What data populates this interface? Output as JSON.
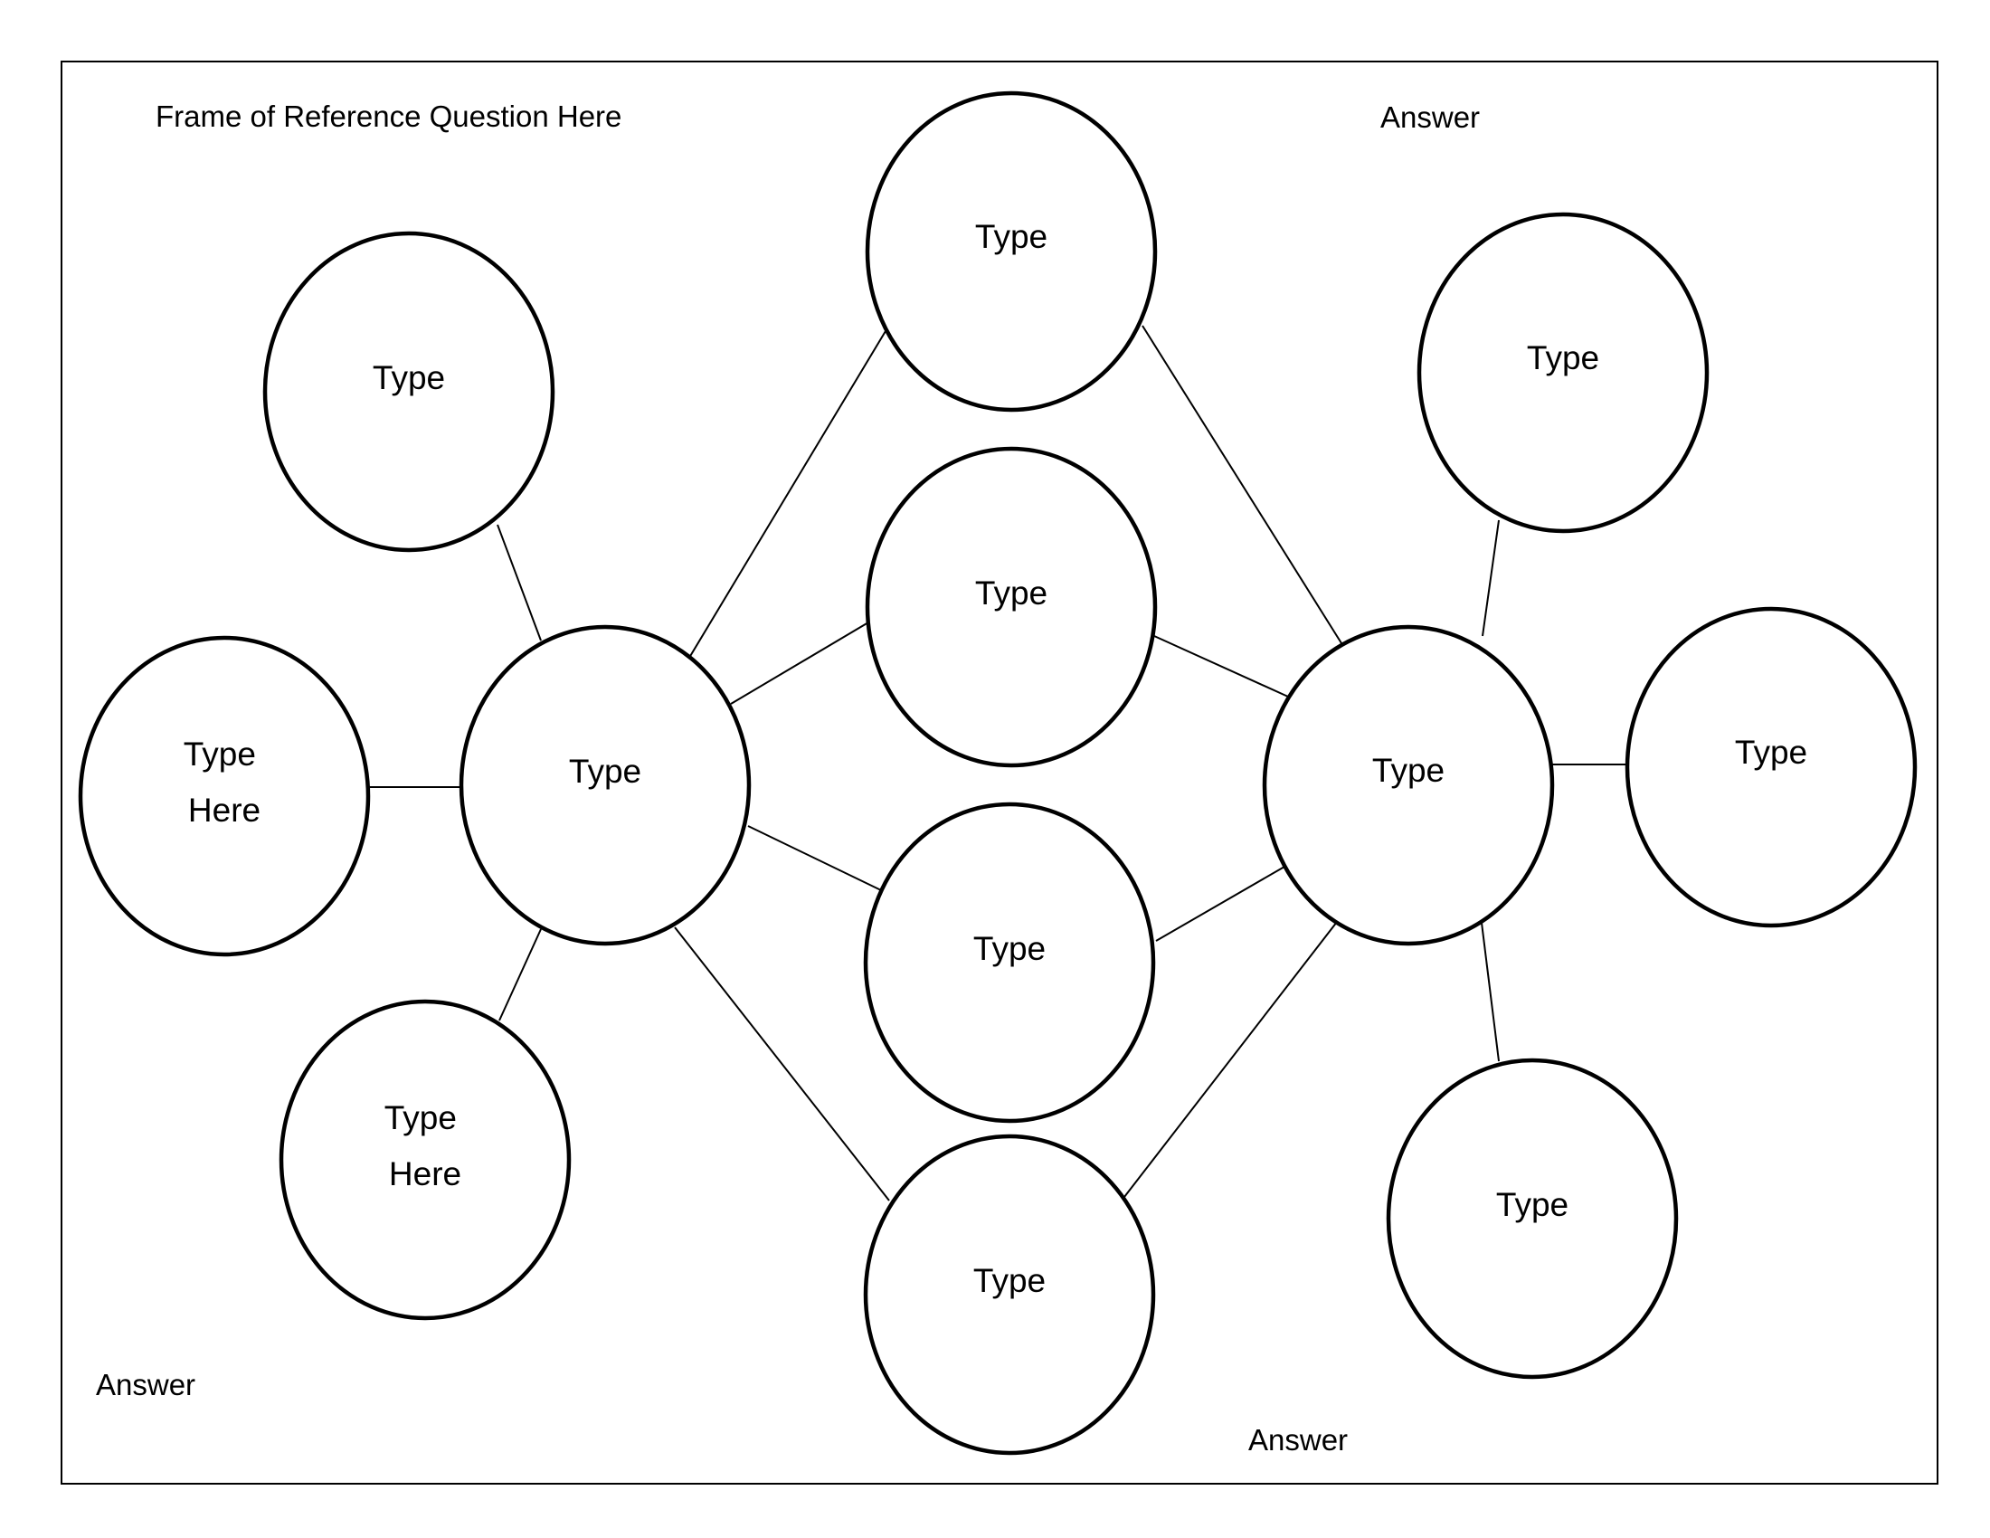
{
  "header": {
    "question": "Frame of Reference Question Here"
  },
  "answers": {
    "top_right": "Answer",
    "bottom_left": "Answer",
    "bottom_center": "Answer"
  },
  "nodes": {
    "left_top": {
      "line1": "Type",
      "line2": ""
    },
    "left_middle": {
      "line1": "Type",
      "line2": "Here"
    },
    "left_bottom": {
      "line1": "Type",
      "line2": "Here"
    },
    "left_hub": {
      "line1": "Type",
      "line2": ""
    },
    "center_1": {
      "line1": "Type",
      "line2": ""
    },
    "center_2": {
      "line1": "Type",
      "line2": ""
    },
    "center_3": {
      "line1": "Type",
      "line2": ""
    },
    "center_4": {
      "line1": "Type",
      "line2": ""
    },
    "right_hub": {
      "line1": "Type",
      "line2": ""
    },
    "right_top": {
      "line1": "Type",
      "line2": ""
    },
    "right_middle": {
      "line1": "Type",
      "line2": ""
    },
    "right_bottom": {
      "line1": "Type",
      "line2": ""
    }
  }
}
